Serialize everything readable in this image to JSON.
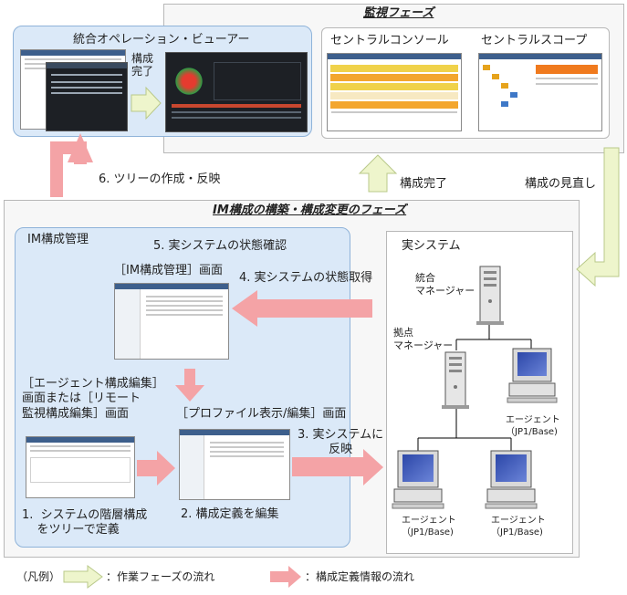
{
  "monitor_phase": {
    "title": "監視フェーズ"
  },
  "build_phase": {
    "title": "IM構成の構築・構成変更のフェーズ"
  },
  "viewer": {
    "title": "統合オペレーション・ビューアー",
    "config_done": "構成\n完了"
  },
  "central_console": {
    "title": "セントラルコンソール"
  },
  "central_scope": {
    "title": "セントラルスコープ"
  },
  "flows": {
    "tree_create": "6. ツリーの作成・反映",
    "config_complete": "構成完了",
    "config_review": "構成の見直し",
    "get_state": "4. 実システムの状態取得",
    "reflect": "3. 実システムに\n反映"
  },
  "im_mgmt": {
    "title": "IM構成管理",
    "step5": "5.  実システムの状態確認",
    "im_screen": "［IM構成管理］画面",
    "agent_screen": "［エージェント構成編集］\n画面または［リモート\n監視構成編集］画面",
    "profile_screen": "［プロファイル表示/編集］画面",
    "step1": "1.  システムの階層構成\n    をツリーで定義",
    "step2": "2.  構成定義を編集"
  },
  "real_system": {
    "title": "実システム",
    "manager": "統合\nマネージャー",
    "base_manager": "拠点\nマネージャー",
    "agent1": "エージェント\n（JP1/Base)",
    "agent2": "エージェント\n（JP1/Base)",
    "agent3": "エージェント\n（JP1/Base)"
  },
  "legend": {
    "label": "（凡例）",
    "work_flow": "：作業フェーズの流れ",
    "config_flow": "：構成定義情報の流れ"
  }
}
